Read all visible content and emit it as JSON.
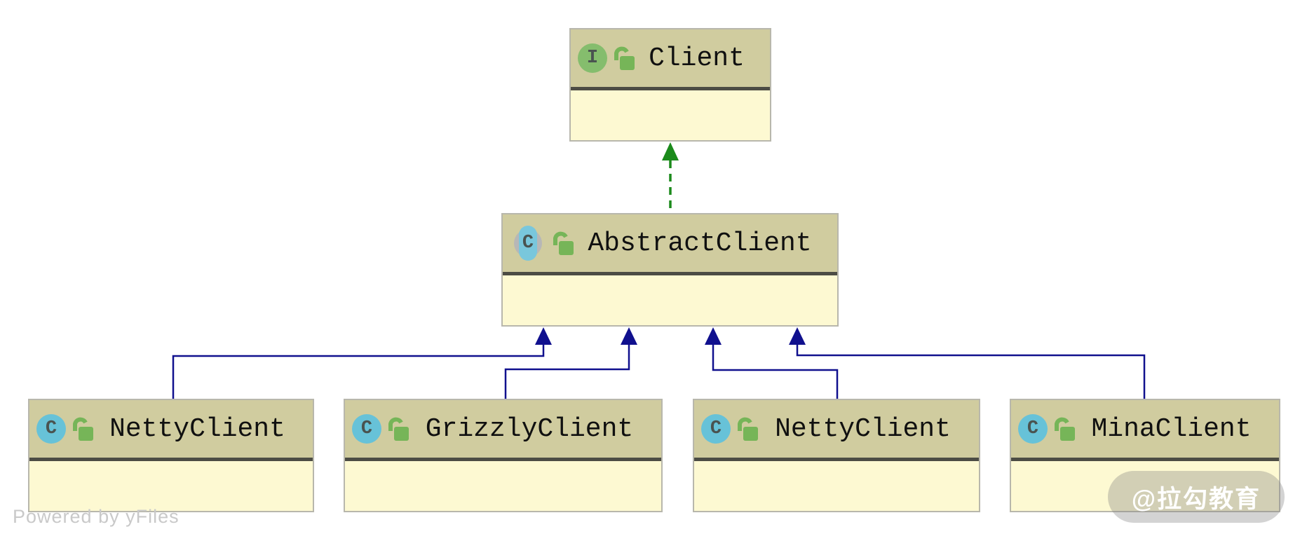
{
  "diagram": {
    "type": "uml-class-diagram",
    "nodes": [
      {
        "id": "client",
        "label": "Client",
        "kind": "interface",
        "visibility": "public-unlocked"
      },
      {
        "id": "abstractclient",
        "label": "AbstractClient",
        "kind": "abstract-class",
        "visibility": "public-unlocked"
      },
      {
        "id": "nettyclient-1",
        "label": "NettyClient",
        "kind": "class",
        "visibility": "public-unlocked"
      },
      {
        "id": "grizzlyclient",
        "label": "GrizzlyClient",
        "kind": "class",
        "visibility": "public-unlocked"
      },
      {
        "id": "nettyclient-2",
        "label": "NettyClient",
        "kind": "class",
        "visibility": "public-unlocked"
      },
      {
        "id": "minaclient",
        "label": "MinaClient",
        "kind": "class",
        "visibility": "public-unlocked"
      }
    ],
    "edges": [
      {
        "from": "AbstractClient",
        "to": "Client",
        "type": "realization",
        "style": "dashed",
        "color": "#1b8a1b"
      },
      {
        "from": "NettyClient (left)",
        "to": "AbstractClient",
        "type": "generalization",
        "style": "solid",
        "color": "#10108e"
      },
      {
        "from": "GrizzlyClient",
        "to": "AbstractClient",
        "type": "generalization",
        "style": "solid",
        "color": "#10108e"
      },
      {
        "from": "NettyClient (right)",
        "to": "AbstractClient",
        "type": "generalization",
        "style": "solid",
        "color": "#10108e"
      },
      {
        "from": "MinaClient",
        "to": "AbstractClient",
        "type": "generalization",
        "style": "solid",
        "color": "#10108e"
      }
    ]
  },
  "icons": {
    "interface_letter": "I",
    "class_letter": "C",
    "lock_state": "unlocked"
  },
  "colors": {
    "node_header_bg": "#d0cc9f",
    "node_body_bg": "#fdf9d2",
    "node_border": "#b8b7ac",
    "header_separator": "#4c4c44",
    "edge_generalization": "#10108e",
    "edge_realization": "#1b8a1b",
    "interface_icon": "#85bd6d",
    "class_icon": "#67c2d8",
    "abstract_icon_circle": "#b7b7b7",
    "abstract_icon_pill": "#79c7dc",
    "lock_icon": "#76b558",
    "title_text": "#101010",
    "footer_text": "#c9c9c9",
    "watermark_text": "#ffffff"
  },
  "footer": {
    "powered_by": "Powered by yFiles"
  },
  "watermark": {
    "text": "@拉勾教育"
  }
}
